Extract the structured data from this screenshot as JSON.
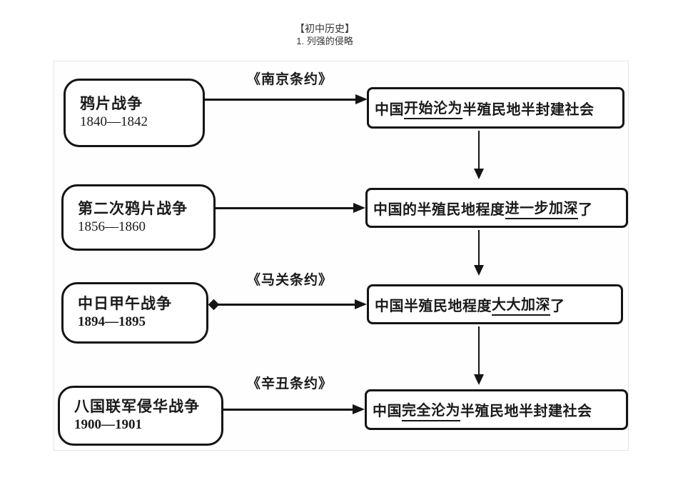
{
  "page": {
    "title_line1": "【初中历史】",
    "title_line2": "1. 列强的侵略"
  },
  "rows": [
    {
      "war": "鸦片战争",
      "years": "1840—1842",
      "treaty": "《南京条约》",
      "result": {
        "prefix": "中国",
        "underlined": "开始沦为",
        "suffix": "半殖民地半封建社会"
      }
    },
    {
      "war": "第二次鸦片战争",
      "years": "1856—1860",
      "treaty": "",
      "result": {
        "prefix": "中国的半殖民地程度",
        "underlined": "进一步加深",
        "suffix": "了"
      }
    },
    {
      "war": "中日甲午战争",
      "years": "1894—1895",
      "treaty": "《马关条约》",
      "result": {
        "prefix": "中国半殖民地程度",
        "underlined": "大大加深",
        "suffix": "了"
      }
    },
    {
      "war": "八国联军侵华战争",
      "years": "1900—1901",
      "treaty": "《辛丑条约》",
      "result": {
        "prefix": "中国",
        "underlined": "完全沦为",
        "suffix": "半殖民地半封建社会"
      }
    }
  ],
  "colors": {
    "line": "#141414",
    "text": "#1a1a1a",
    "background": "#ffffff"
  }
}
